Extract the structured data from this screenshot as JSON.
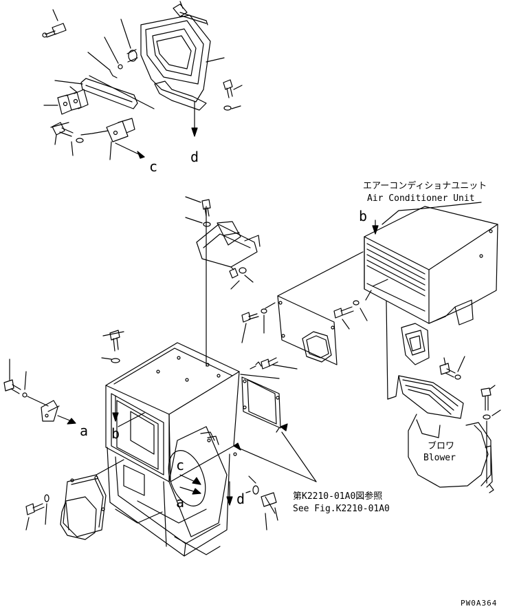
{
  "diagram": {
    "ac_unit": {
      "label_ja": "エアーコンディショナユニット",
      "label_en": "Air Conditioner Unit"
    },
    "blower": {
      "label_ja": "ブロワ",
      "label_en": "Blower"
    },
    "reference": {
      "label_ja": "第K2210-01A0図参照",
      "label_en": "See Fig.K2210-01A0"
    },
    "connectors": {
      "c_upper": "c",
      "d_upper": "d",
      "b_unit": "b",
      "a_left": "a",
      "b_box": "b",
      "c_box": "c",
      "a_box": "a",
      "d_box": "d"
    },
    "figure_code": "PW0A364"
  },
  "colors": {
    "line": "#000000",
    "background": "#ffffff"
  }
}
